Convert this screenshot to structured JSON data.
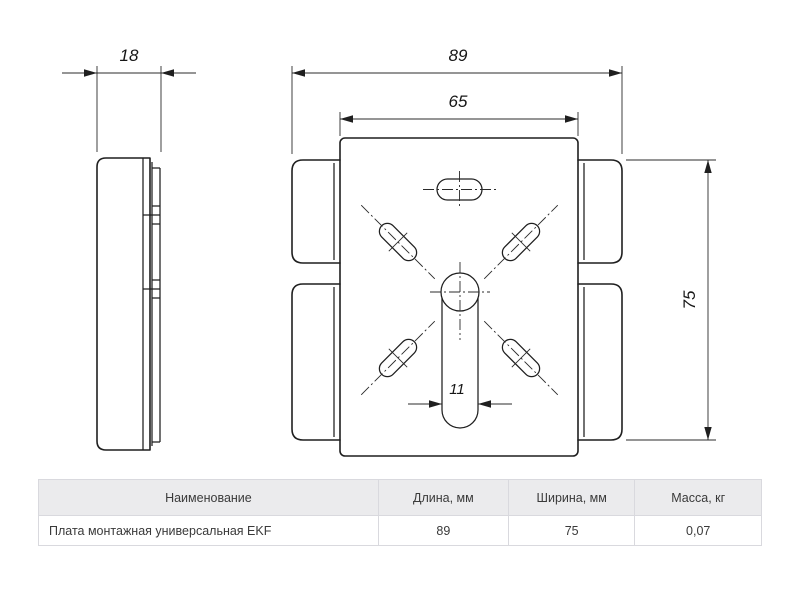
{
  "drawing": {
    "dims": {
      "side_depth": "18",
      "overall_width": "89",
      "inner_width": "65",
      "height": "75",
      "slot_width": "11"
    }
  },
  "table": {
    "headers": [
      "Наименование",
      "Длина, мм",
      "Ширина, мм",
      "Масса, кг"
    ],
    "rows": [
      [
        "Плата монтажная универсальная EKF",
        "89",
        "75",
        "0,07"
      ]
    ]
  }
}
